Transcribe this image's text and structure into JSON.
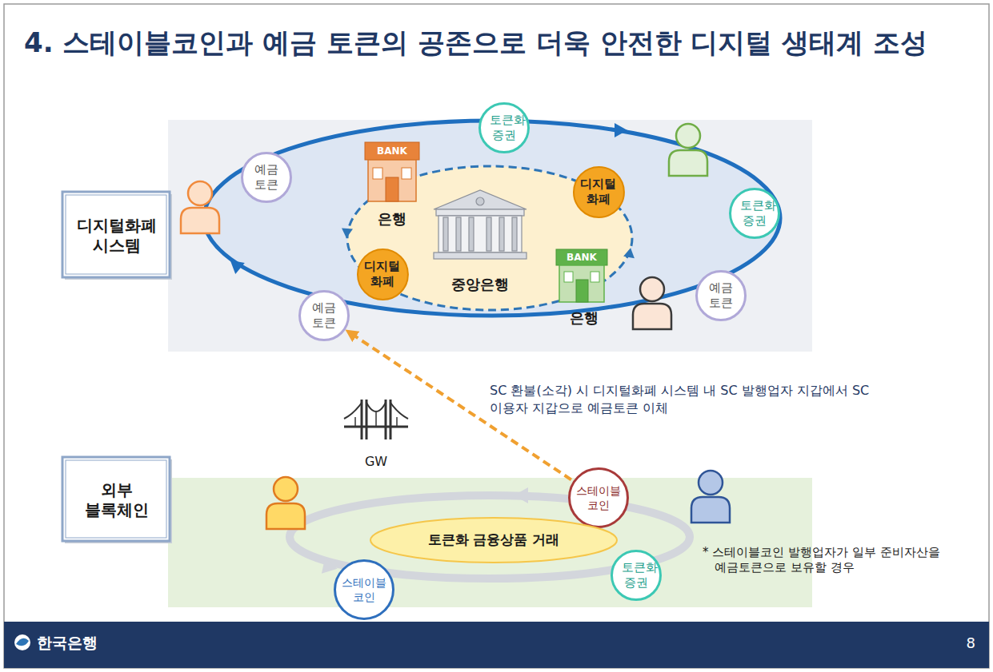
{
  "diagram": {
    "title": "4. 스테이블코인과 예금 토큰의 공존으로 더욱 안전한 디지털 생태계 조성",
    "nodes": [
      {
        "text": [
          "디지털화폐 시스템"
        ]
      },
      {
        "text": [
          "토큰화 증권"
        ]
      },
      {
        "text": [
          "예금 토큰"
        ]
      },
      {
        "text": [
          "디지털 화폐"
        ]
      },
      {
        "text": [
          "토큰화 증권"
        ]
      },
      {
        "text": [
          "디지털 화폐"
        ]
      },
      {
        "text": [
          "예금 토큰"
        ]
      },
      {
        "text": [
          "예금 토큰"
        ]
      },
      {
        "text": [
          "외부 블록체인"
        ]
      },
      {
        "text": [
          "스테이블 코인"
        ]
      },
      {
        "text": [
          "토큰화 금융상품 거래"
        ]
      },
      {
        "text": [
          "스테이블 코인"
        ]
      },
      {
        "text": [
          "토큰화 증권"
        ]
      }
    ],
    "edges": [
      {
        "from": 9,
        "to": 7,
        "arrow": "to",
        "label": "SC 환불(소각) 시 디지털화폐 시스템 내 SC 발행업자 지갑에서 SC 이용자 지갑으로 예금토큰 이체"
      }
    ],
    "labels": [
      "BANK",
      "은행",
      "중앙은행",
      "BANK",
      "은행",
      "GW",
      "* 스테이블코인 발행업자가 일부 준비자산을 예금토큰으로 보유할 경우",
      "한국은행",
      "8"
    ]
  }
}
